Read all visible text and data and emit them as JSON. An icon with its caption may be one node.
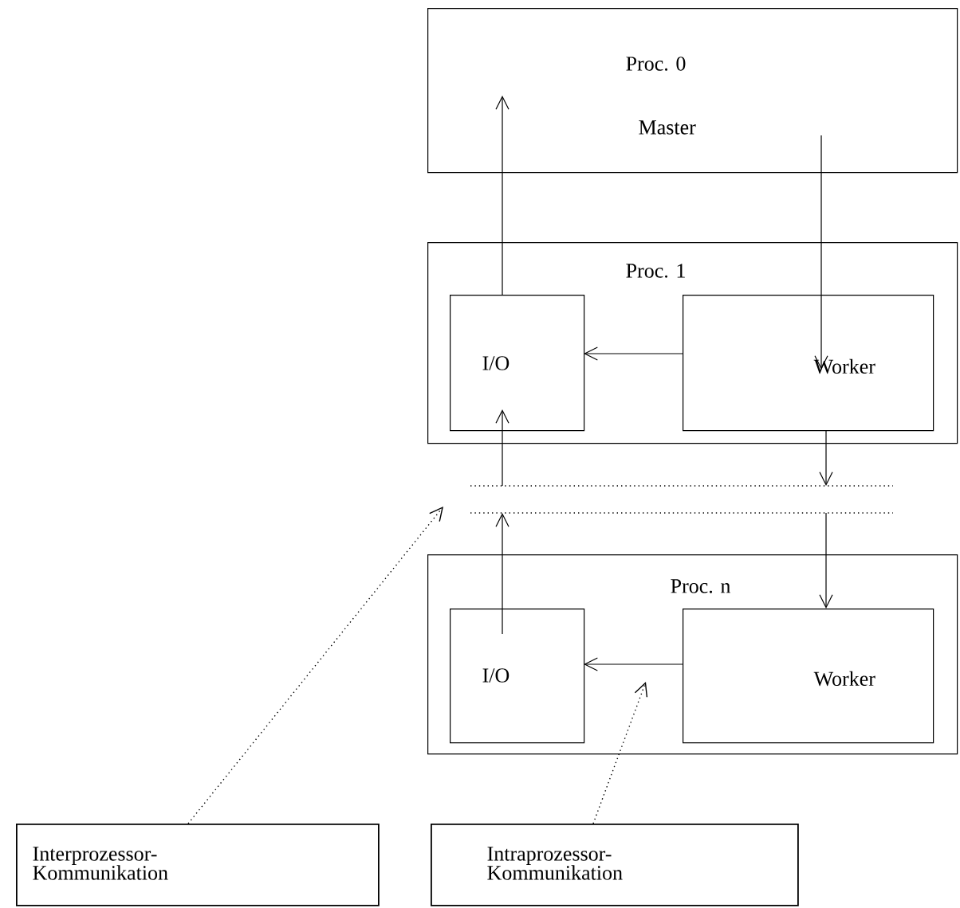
{
  "diagram": {
    "nodes": [
      {
        "text": [
          "Proc. 0",
          "Master"
        ]
      },
      {
        "text": [
          "Proc. 1"
        ]
      },
      {
        "text": [
          "I/O"
        ],
        "in": 1
      },
      {
        "text": [
          "Worker"
        ],
        "in": 1
      },
      {
        "text": [
          "Proc. n"
        ]
      },
      {
        "text": [
          "I/O"
        ],
        "in": 4
      },
      {
        "text": [
          "Worker"
        ],
        "in": 4
      },
      {
        "text": [
          "Interprozessor- Kommunikation"
        ]
      },
      {
        "text": [
          "Intraprozessor- Kommunikation"
        ]
      }
    ],
    "edges": [
      {
        "from": 2,
        "to": 0,
        "arrow": "to"
      },
      {
        "from": 0,
        "to": 3,
        "arrow": "to"
      },
      {
        "from": 3,
        "to": 2,
        "arrow": "to"
      },
      {
        "from": 6,
        "to": 5,
        "arrow": "to"
      },
      {
        "from": 5,
        "to": null,
        "arrow": "to"
      },
      {
        "from": null,
        "to": 2,
        "arrow": "to"
      },
      {
        "from": 3,
        "to": null,
        "arrow": "to"
      },
      {
        "from": null,
        "to": 6,
        "arrow": "to"
      },
      {
        "from": 7,
        "to": null,
        "arrow": "to",
        "style": "dashed"
      },
      {
        "from": 8,
        "to": null,
        "arrow": "to",
        "style": "dashed"
      }
    ]
  }
}
